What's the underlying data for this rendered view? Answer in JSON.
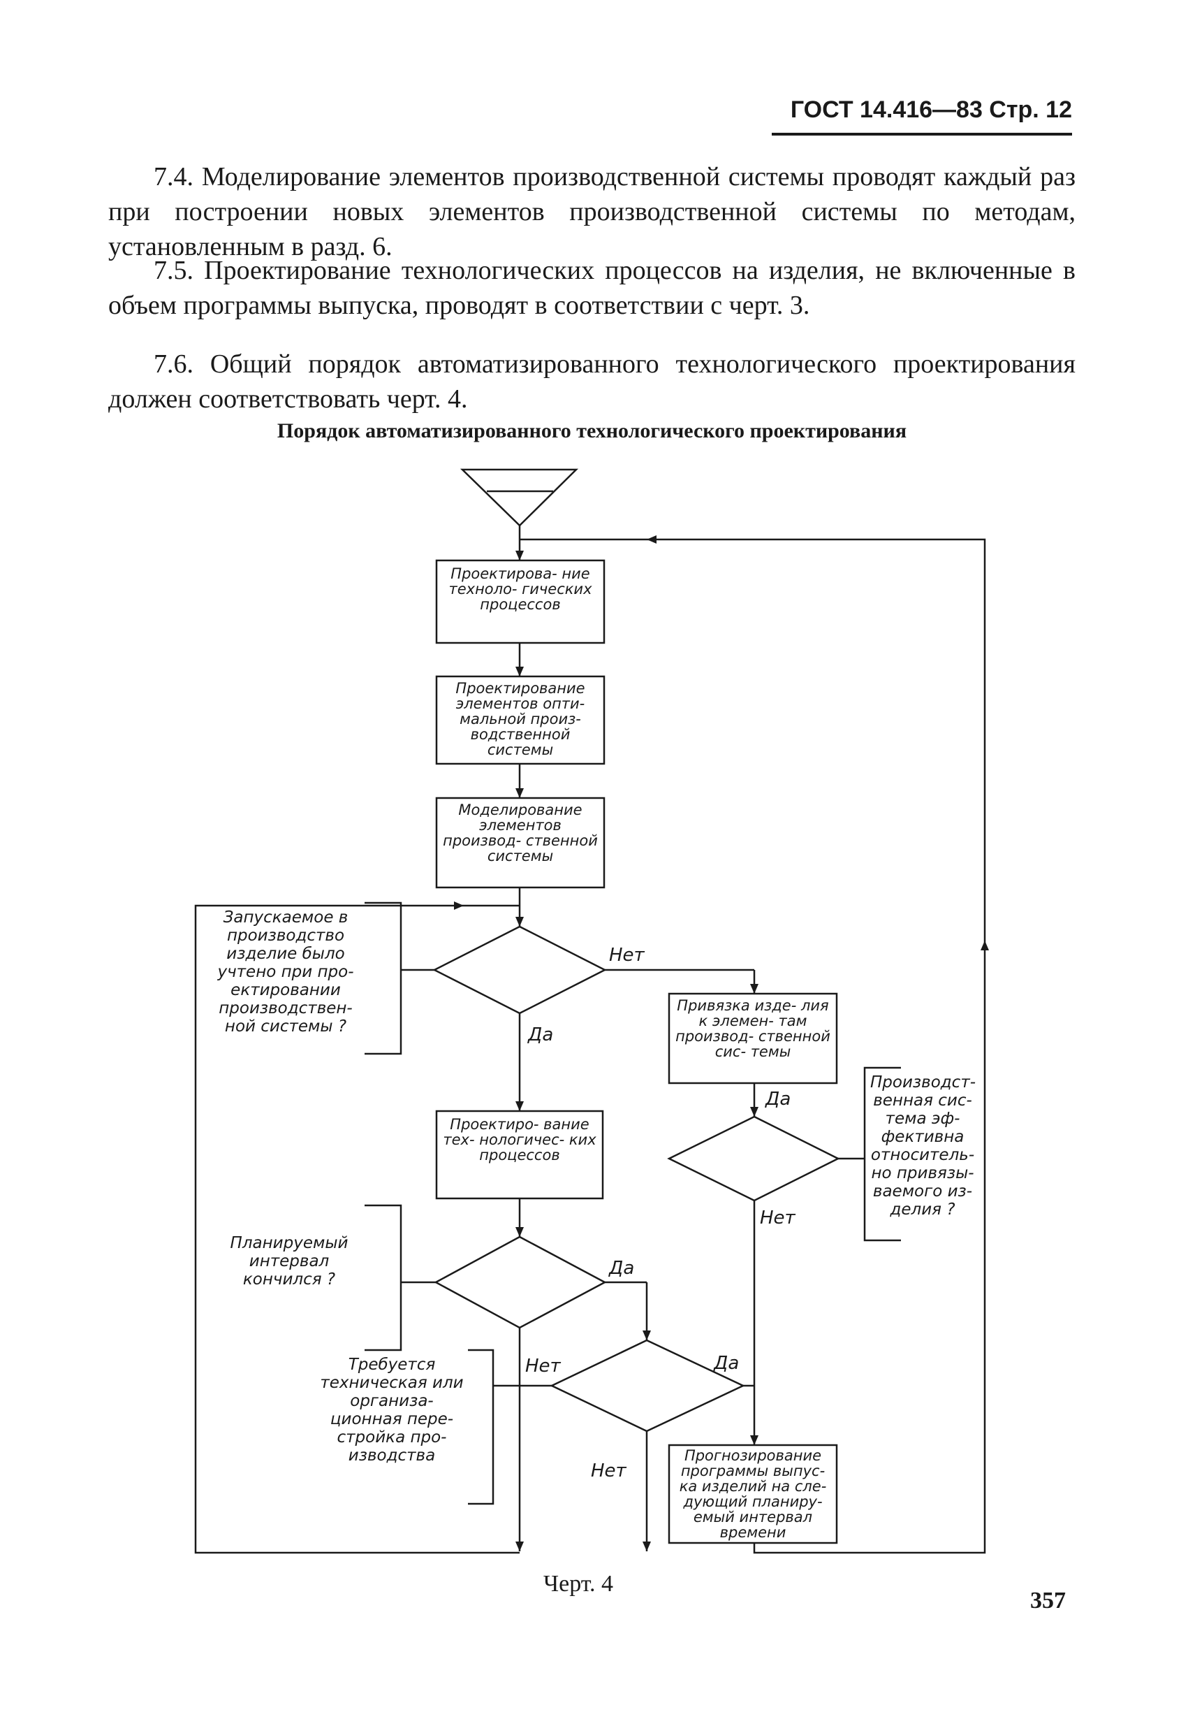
{
  "header": {
    "text": "ГОСТ 14.416—83 Стр. 12"
  },
  "paragraphs": [
    "7.4. Моделирование элементов производственной системы проводят каждый раз при построении новых элементов производственной системы по методам, установленным в разд. 6.",
    "7.5. Проектирование технологических процессов на изделия, не включенные в объем программы выпуска, проводят в соответствии с черт. 3.",
    "7.6. Общий порядок автоматизированного технологического проектирования должен соответствовать черт. 4."
  ],
  "figure": {
    "title": "Порядок автоматизированного технологического проектирования",
    "boxes": {
      "b1": "Проектирова- ние техноло- гических процессов",
      "b2": "Проектирование элементов опти- мальной произ- водственной системы",
      "b3": "Моделирование элементов производ- ственной системы",
      "b4": "Проектиро- вание тех- нологичес- ких процессов",
      "b5": "Привязка изде- лия к элемен- там производ- ственной сис- темы",
      "b6": "Прогнозирование программы выпус- ка изделий на сле- дующий планиру- емый интервал времени"
    },
    "notes": {
      "q1": "Запускаемое в производство изделие было учтено при про- ектировании производствен- ной системы ?",
      "q2": "Производст- венная сис- тема эф- фективна относитель- но привязы- ваемого из- делия ?",
      "q3": "Планируемый интервал кончился ?",
      "q4": "Требуется техническая или организа- ционная пере- стройка про- изводства"
    },
    "answers": {
      "q1_no": "Нет",
      "q1_yes": "Да",
      "q2_yes": "Да",
      "q2_no": "Нет",
      "q3_yes": "Да",
      "q3_no": "Нет",
      "q4_yes": "Да",
      "q4_no": "Нет"
    },
    "caption": "Черт. 4"
  },
  "page_number": "357"
}
